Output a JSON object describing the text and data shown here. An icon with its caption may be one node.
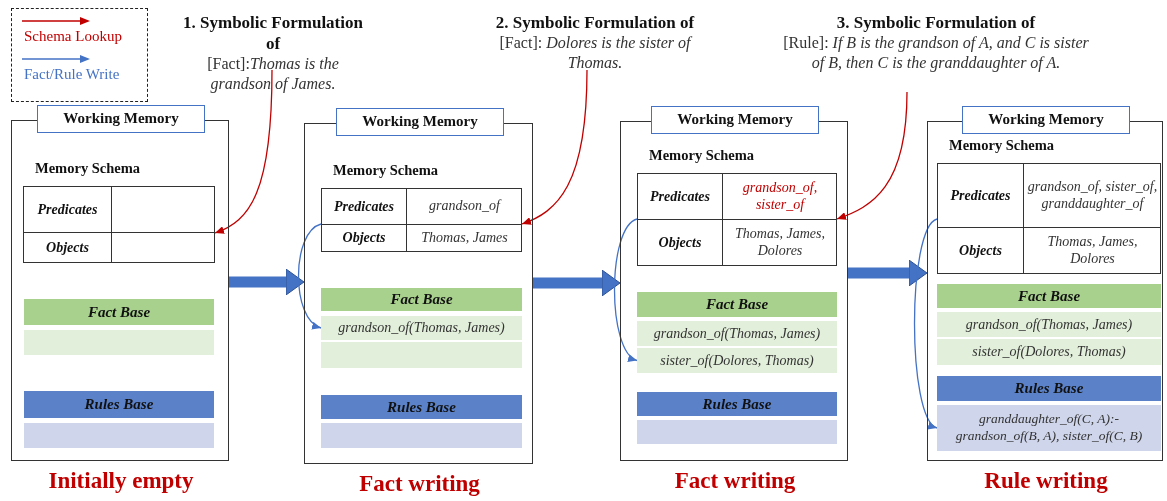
{
  "diagram": {
    "nodes": [
      {
        "text": [
          "1. Symbolic Formulation of",
          "[Fact]:*Thomas is the grandson of James.*"
        ]
      },
      {
        "text": [
          "2. Symbolic Formulation of",
          "[Fact]: *Dolores is the sister of Thomas.*"
        ]
      },
      {
        "text": [
          "3. Symbolic Formulation of",
          "[Rule]: *If B is the grandson of A, and C is sister of B, then C is the granddaughter of A.*"
        ]
      },
      {
        "text": [
          "Working Memory"
        ],
        "beside": [
          "Initially empty"
        ]
      },
      {
        "text": [
          "Memory Schema"
        ],
        "in": 3
      },
      {
        "text": [
          "Predicates"
        ],
        "in": 4
      },
      {
        "text": [
          "Objects"
        ],
        "in": 4
      },
      {
        "text": [
          "Fact Base"
        ],
        "in": 3
      },
      {
        "text": [],
        "shape": "bar",
        "in": 3
      },
      {
        "text": [
          "Rules Base"
        ],
        "in": 3
      },
      {
        "text": [],
        "shape": "bar",
        "in": 3
      },
      {
        "text": [
          "Working Memory"
        ],
        "beside": [
          "Fact writing"
        ]
      },
      {
        "text": [
          "Memory Schema"
        ],
        "in": 11
      },
      {
        "text": [
          "Predicates",
          "grandson_of"
        ],
        "in": 12
      },
      {
        "text": [
          "Objects",
          "Thomas, James"
        ],
        "in": 12
      },
      {
        "text": [
          "Fact Base"
        ],
        "in": 11
      },
      {
        "text": [
          "grandson_of(Thomas, James)"
        ],
        "in": 11
      },
      {
        "text": [],
        "shape": "bar",
        "in": 11
      },
      {
        "text": [
          "Rules Base"
        ],
        "in": 11
      },
      {
        "text": [],
        "shape": "bar",
        "in": 11
      },
      {
        "text": [
          "Working Memory"
        ],
        "beside": [
          "Fact writing"
        ]
      },
      {
        "text": [
          "Memory Schema"
        ],
        "in": 20
      },
      {
        "text": [
          "Predicates",
          "grandson_of, sister_of"
        ],
        "in": 21
      },
      {
        "text": [
          "Objects",
          "Thomas, James, Dolores"
        ],
        "in": 21
      },
      {
        "text": [
          "Fact Base"
        ],
        "in": 20
      },
      {
        "text": [
          "grandson_of(Thomas, James)"
        ],
        "in": 20
      },
      {
        "text": [
          "sister_of(Dolores, Thomas)"
        ],
        "in": 20
      },
      {
        "text": [
          "Rules Base"
        ],
        "in": 20
      },
      {
        "text": [],
        "shape": "bar",
        "in": 20
      },
      {
        "text": [
          "Working Memory"
        ],
        "beside": [
          "Rule writing"
        ]
      },
      {
        "text": [
          "Memory Schema"
        ],
        "in": 29
      },
      {
        "text": [
          "Predicates",
          "grandson_of, sister_of, granddaughter_of"
        ],
        "in": 30
      },
      {
        "text": [
          "Objects",
          "Thomas, James, Dolores"
        ],
        "in": 30
      },
      {
        "text": [
          "Fact Base"
        ],
        "in": 29
      },
      {
        "text": [
          "grandson_of(Thomas, James)"
        ],
        "in": 29
      },
      {
        "text": [
          "sister_of(Dolores, Thomas)"
        ],
        "in": 29
      },
      {
        "text": [
          "Rules Base"
        ],
        "in": 29
      },
      {
        "text": [
          "granddaughter_of(C, A):- grandson_of(B, A), sister_of(C, B)"
        ],
        "in": 29
      }
    ],
    "edges": [
      {
        "from": 3,
        "to": 11,
        "arrow": "to",
        "style": "thick",
        "color": "#4472c4"
      },
      {
        "from": 11,
        "to": 20,
        "arrow": "to",
        "style": "thick",
        "color": "#4472c4"
      },
      {
        "from": 20,
        "to": 29,
        "arrow": "to",
        "style": "thick",
        "color": "#4472c4"
      },
      {
        "from": 0,
        "to": 4,
        "arrow": "to",
        "color": "#c00000"
      },
      {
        "from": 1,
        "to": 12,
        "arrow": "to",
        "color": "#c00000"
      },
      {
        "from": 2,
        "to": 21,
        "arrow": "to",
        "color": "#c00000"
      },
      {
        "from": 12,
        "to": 16,
        "arrow": "to",
        "color": "#4472c4"
      },
      {
        "from": 21,
        "to": 26,
        "arrow": "to",
        "color": "#4472c4"
      },
      {
        "from": 30,
        "to": 37,
        "arrow": "to",
        "color": "#4472c4"
      }
    ],
    "legend": [
      {
        "text": "Schema Lookup"
      },
      {
        "text": "Fact/Rule Write"
      }
    ]
  }
}
